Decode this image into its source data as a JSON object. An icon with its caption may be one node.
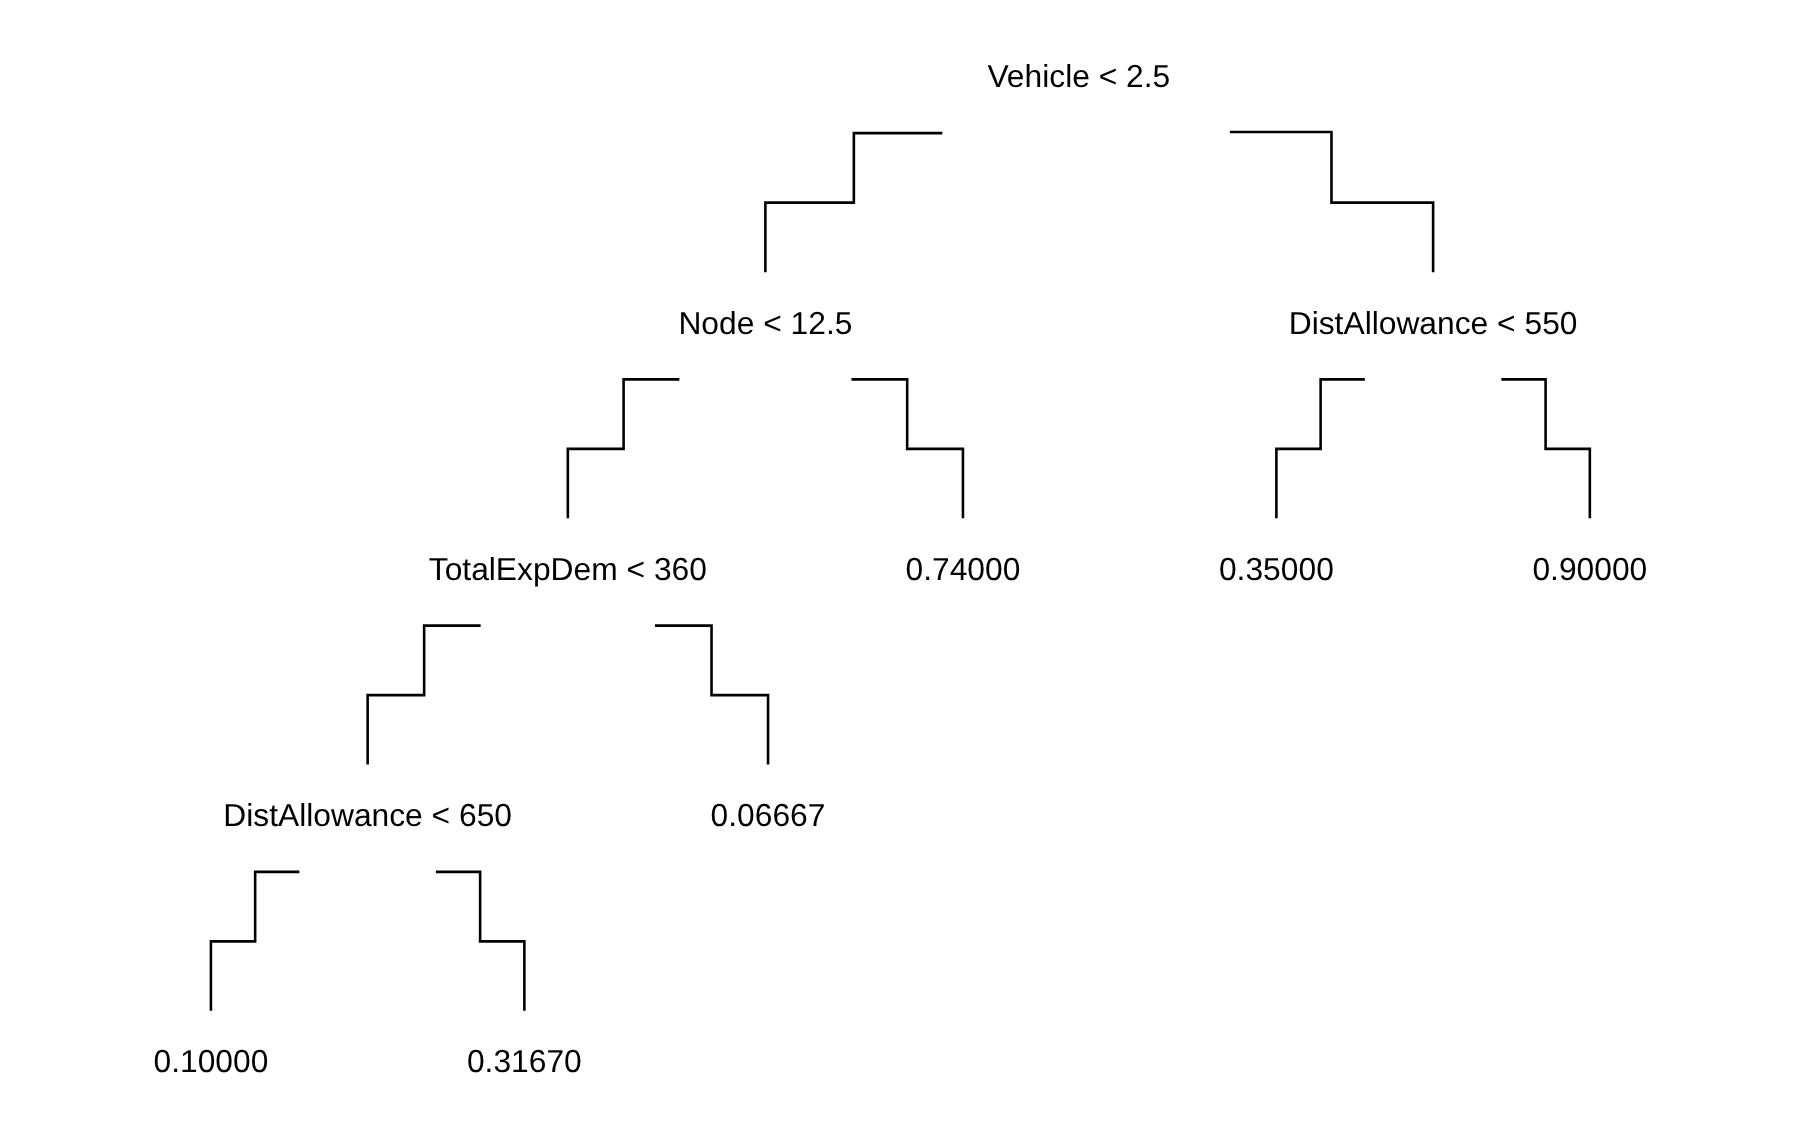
{
  "diagram": {
    "nodes": [
      {
        "text": [
          "Vehicle < 2.5"
        ]
      },
      {
        "text": [
          "Node < 12.5"
        ]
      },
      {
        "text": [
          "DistAllowance < 550"
        ]
      },
      {
        "text": [
          "TotalExpDem < 360"
        ]
      },
      {
        "text": [
          "0.74000"
        ]
      },
      {
        "text": [
          "0.35000"
        ]
      },
      {
        "text": [
          "0.90000"
        ]
      },
      {
        "text": [
          "DistAllowance < 650"
        ]
      },
      {
        "text": [
          "0.06667"
        ]
      },
      {
        "text": [
          "0.10000"
        ]
      },
      {
        "text": [
          "0.31670"
        ]
      }
    ],
    "edges": [
      {
        "from": 0,
        "to": 1,
        "arrow": "none"
      },
      {
        "from": 0,
        "to": 2,
        "arrow": "none"
      },
      {
        "from": 1,
        "to": 3,
        "arrow": "none"
      },
      {
        "from": 1,
        "to": 4,
        "arrow": "none"
      },
      {
        "from": 2,
        "to": 5,
        "arrow": "none"
      },
      {
        "from": 2,
        "to": 6,
        "arrow": "none"
      },
      {
        "from": 3,
        "to": 7,
        "arrow": "none"
      },
      {
        "from": 3,
        "to": 8,
        "arrow": "none"
      },
      {
        "from": 7,
        "to": 9,
        "arrow": "none"
      },
      {
        "from": 7,
        "to": 10,
        "arrow": "none"
      }
    ]
  }
}
